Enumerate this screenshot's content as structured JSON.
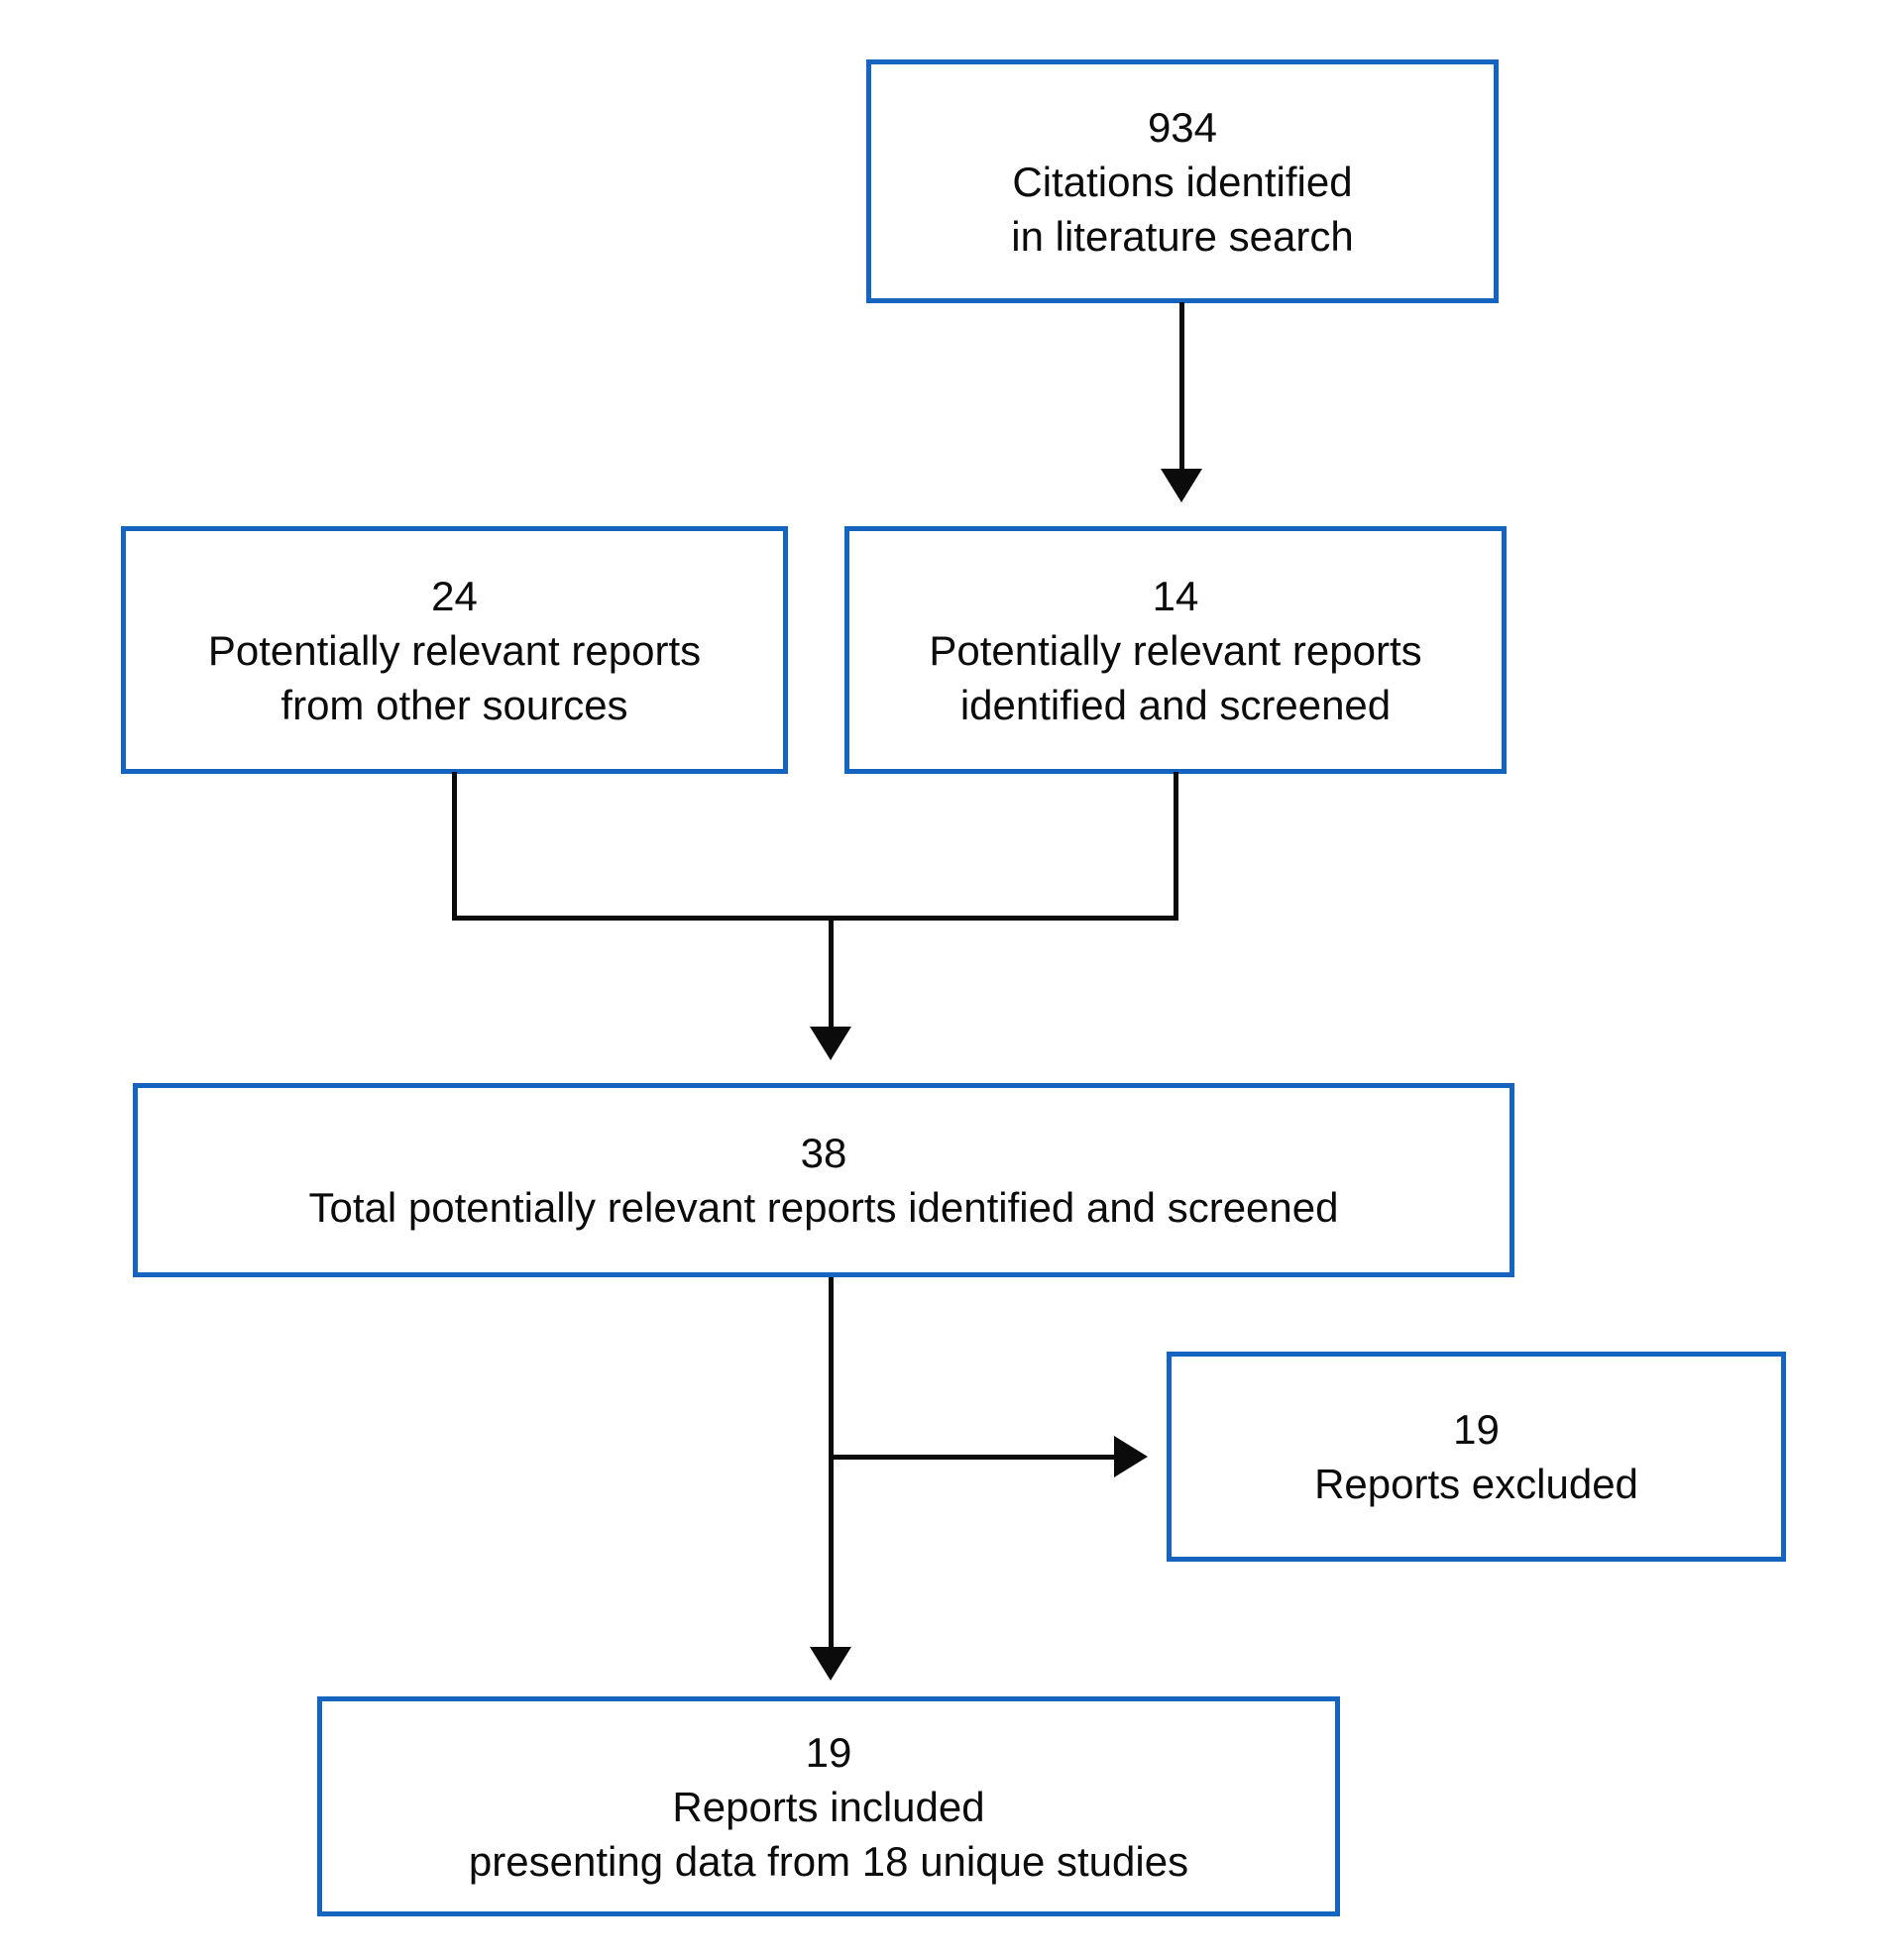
{
  "diagram": {
    "type": "flowchart",
    "background_color": "#ffffff",
    "box_border_color": "#1565C0",
    "arrow_color": "#0b0b0b",
    "text_color": "#0b0b0b",
    "nodes": {
      "citations": {
        "count": "934",
        "lines": [
          "Citations identified",
          "in literature search"
        ]
      },
      "other_sources": {
        "count": "24",
        "lines": [
          "Potentially relevant reports",
          "from other sources"
        ]
      },
      "identified_screened": {
        "count": "14",
        "lines": [
          "Potentially relevant reports",
          "identified and screened"
        ]
      },
      "total_screened": {
        "count": "38",
        "lines": [
          "Total potentially relevant reports identified and screened"
        ]
      },
      "excluded": {
        "count": "19",
        "lines": [
          "Reports excluded"
        ]
      },
      "included": {
        "count": "19",
        "lines": [
          "Reports included",
          "presenting data from 18 unique studies"
        ]
      }
    }
  }
}
